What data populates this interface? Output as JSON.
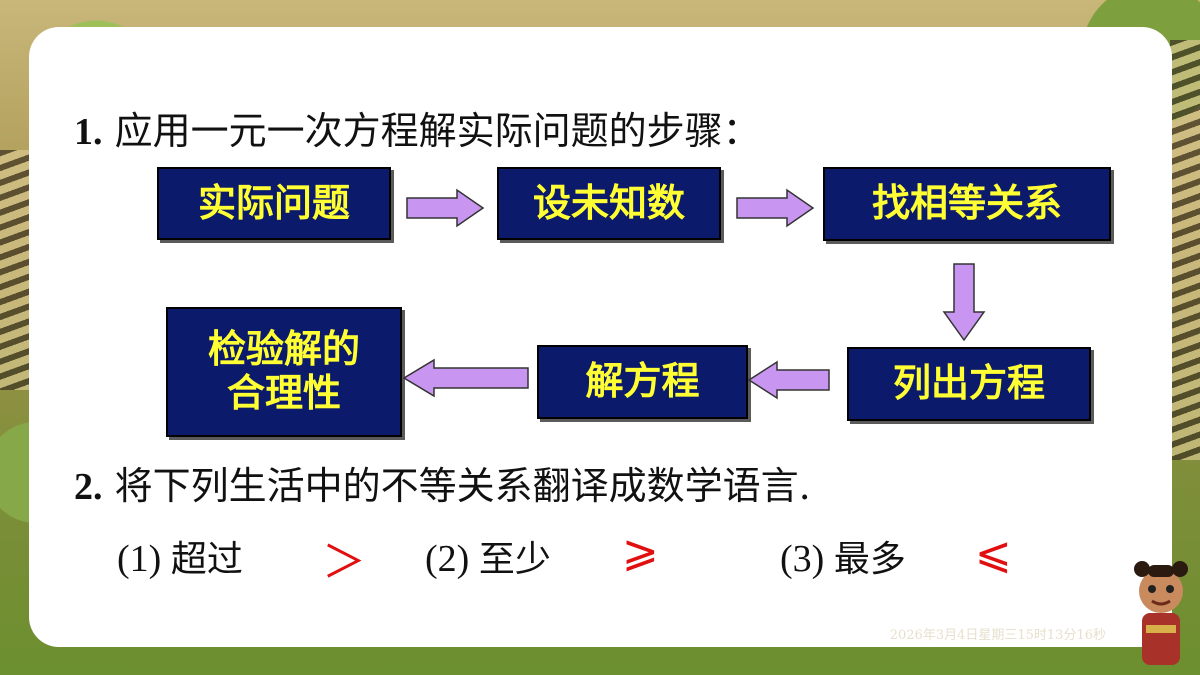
{
  "heading1": {
    "num": "1.",
    "text": "应用一元一次方程解实际问题的步骤："
  },
  "steps": {
    "s1": "实际问题",
    "s2": "设未知数",
    "s3": "找相等关系",
    "s4": "列出方程",
    "s5": "解方程",
    "s6a": "检验解的",
    "s6b": "合理性"
  },
  "heading2": {
    "num": "2.",
    "text": "将下列生活中的不等关系翻译成数学语言."
  },
  "items": [
    {
      "label": "(1)",
      "word": "超过",
      "symbol": "＞"
    },
    {
      "label": "(2)",
      "word": "至少",
      "symbol": "⩾"
    },
    {
      "label": "(3)",
      "word": "最多",
      "symbol": "⩽"
    }
  ],
  "timestamp": "2026年3月4日星期三15时13分16秒",
  "colors": {
    "box_bg": "#0c1a6b",
    "box_text": "#ffff33",
    "arrow_fill": "#c896f0",
    "symbol": "#e01010"
  }
}
